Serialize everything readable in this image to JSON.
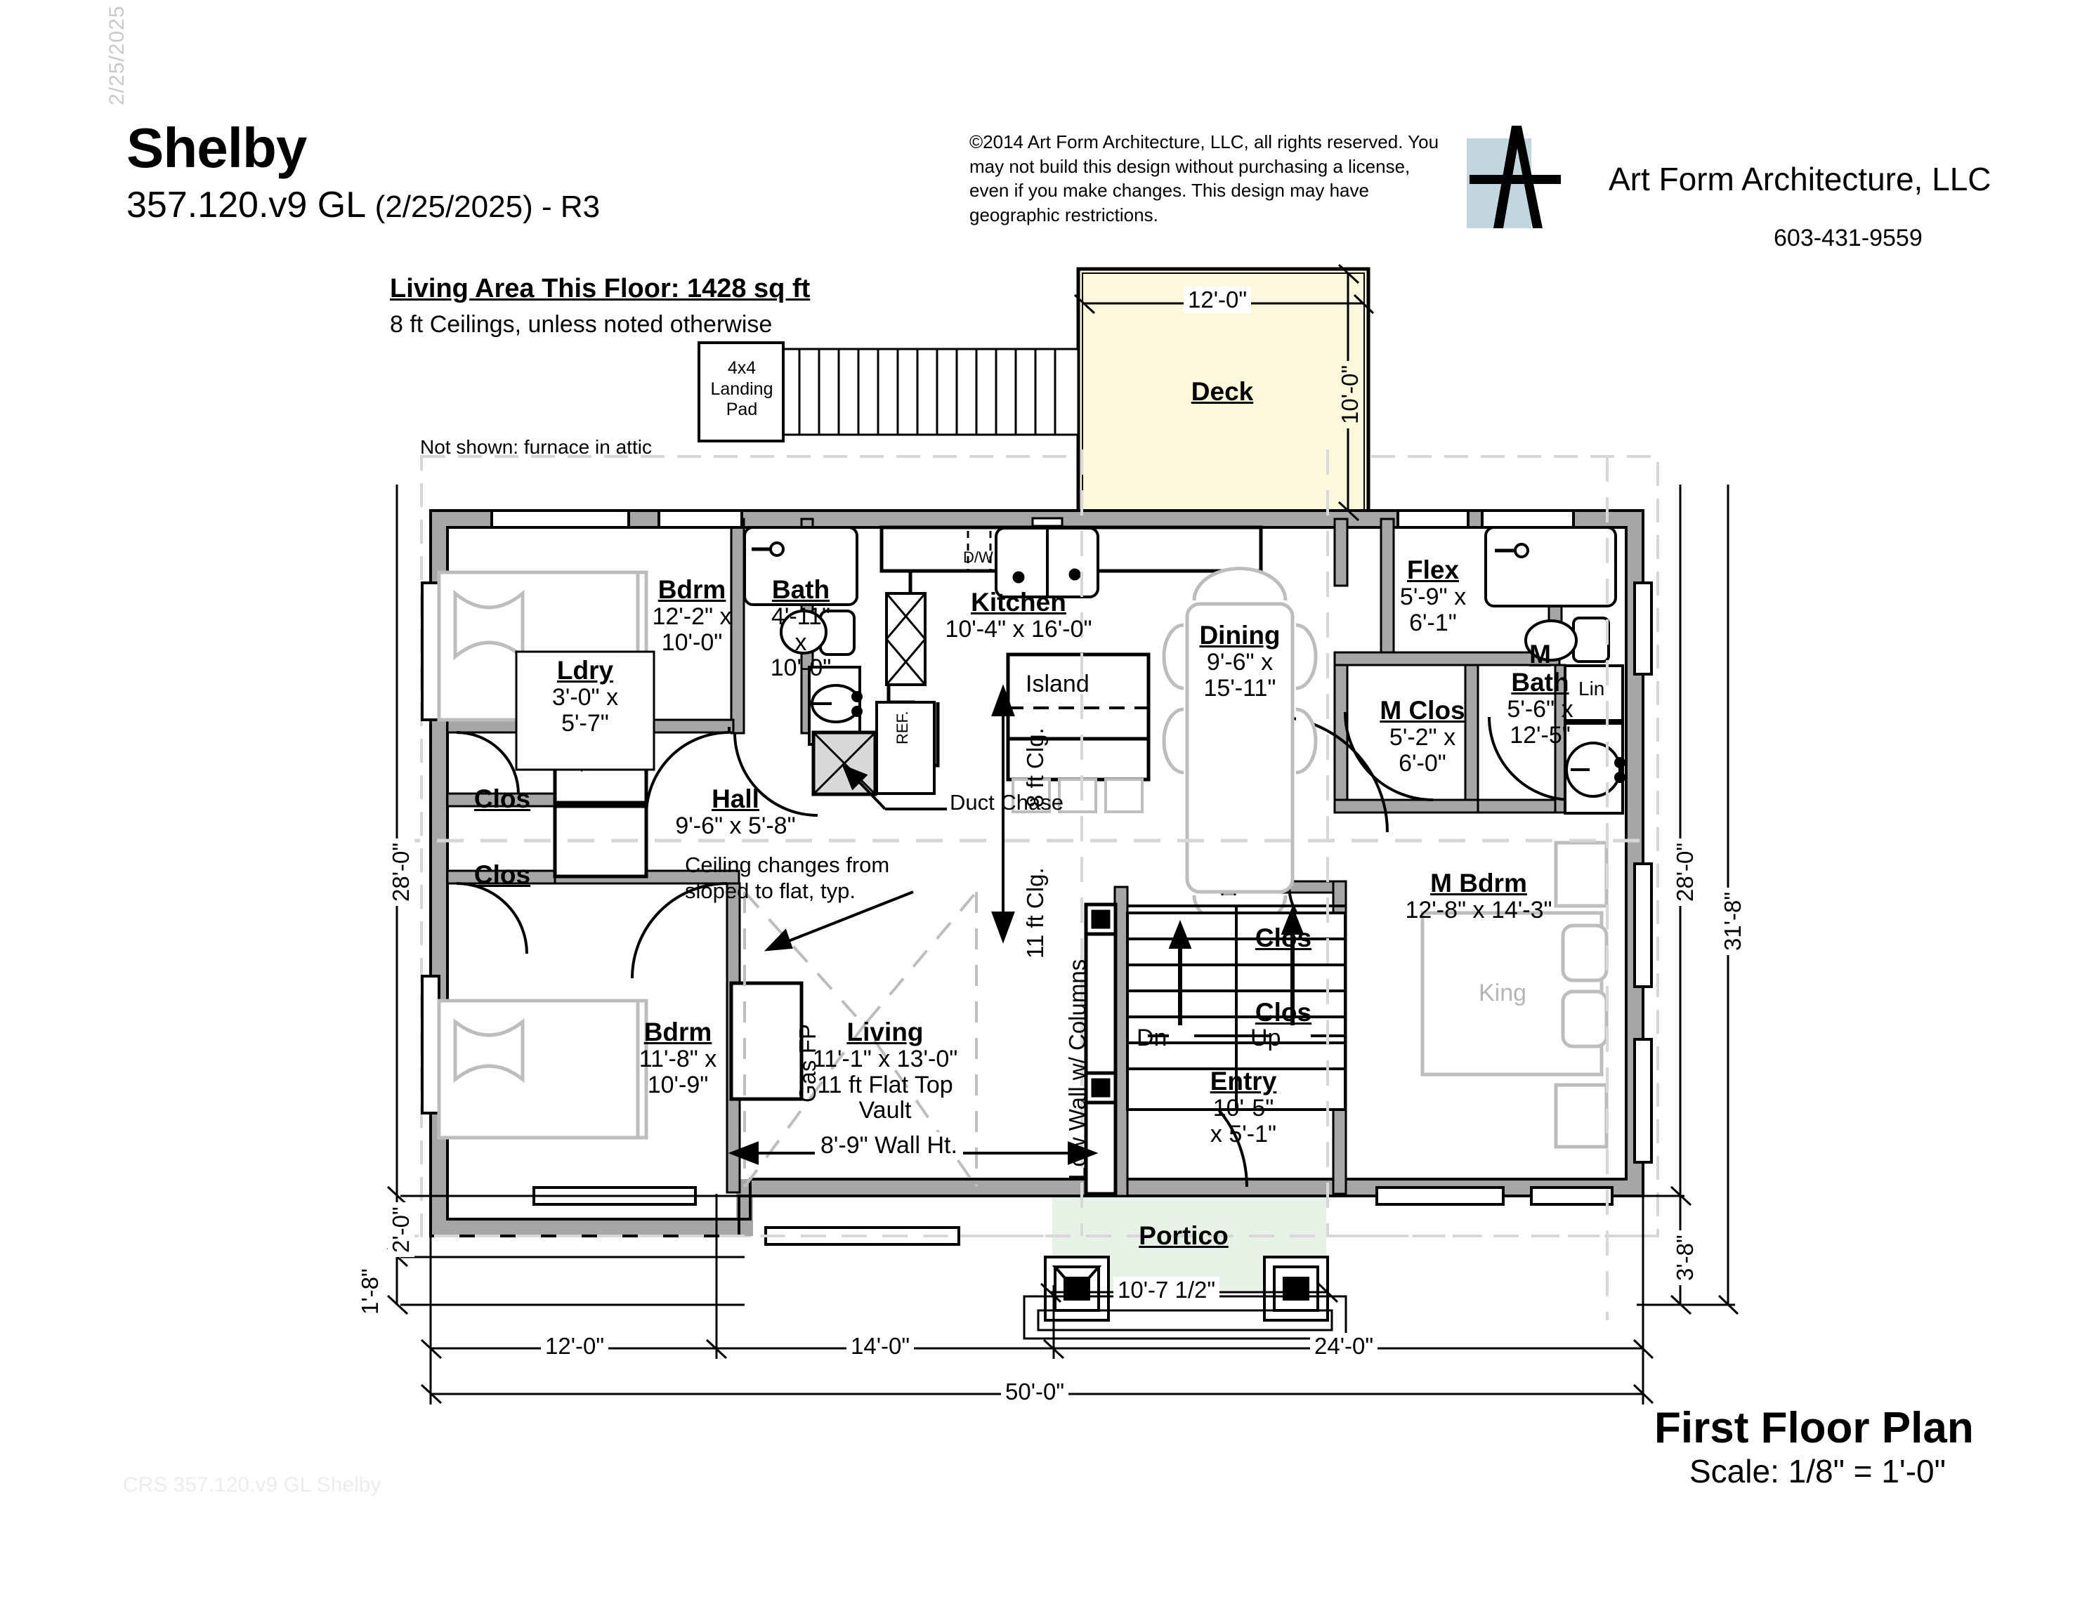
{
  "header": {
    "sheet_date": "2/25/2025",
    "plan_name": "Shelby",
    "plan_code": "357.120.v9 GL",
    "plan_revision": "(2/25/2025) - R3",
    "copyright": "©2014 Art Form Architecture, LLC, all rights reserved. You may not build this design without purchasing a license, even if you make changes. This design may have geographic restrictions.",
    "firm_name": "Art Form Architecture, LLC",
    "firm_phone": "603-431-9559",
    "logo_icon": "art-form-a-logo",
    "logo_square_color": "#c3d6de"
  },
  "notes": {
    "living_area": "Living Area This Floor: 1428 sq ft",
    "ceilings": "8 ft Ceilings, unless noted otherwise",
    "furnace": "Not shown: furnace in attic",
    "ceiling_change": "Ceiling changes from\nsloped to flat, typ.",
    "ceiling_change_l1": "Ceiling changes from",
    "ceiling_change_l2": "sloped to flat, typ.",
    "duct_chase": "Duct Chase",
    "landing_pad": "4x4\nLanding\nPad",
    "landing_pad_l1": "4x4",
    "landing_pad_l2": "Landing",
    "landing_pad_l3": "Pad",
    "gas_fp": "Gas FP",
    "low_wall": "Low Wall w/ Columns",
    "clg_11": "11 ft Clg.",
    "clg_8": "8 ft Clg.",
    "wall_ht": "8'-9\" Wall Ht.",
    "dw": "D/W",
    "ref": "REF.",
    "lin": "Lin",
    "king": "King",
    "island": "Island",
    "stair_dn": "Dn",
    "stair_up": "Up"
  },
  "rooms": [
    {
      "id": "deck",
      "name": "Deck",
      "dims": ""
    },
    {
      "id": "bdrm1",
      "name": "Bdrm",
      "dims_l1": "12'-2\" x",
      "dims_l2": "10'-0\""
    },
    {
      "id": "bath",
      "name": "Bath",
      "dims_l1": "4'-11\"",
      "dims_l2": "x",
      "dims_l3": "10'-0\""
    },
    {
      "id": "ldry",
      "name": "Ldry",
      "dims_l1": "3'-0\" x",
      "dims_l2": "5'-7\""
    },
    {
      "id": "kitchen",
      "name": "Kitchen",
      "dims_l1": "10'-4\" x 16'-0\""
    },
    {
      "id": "dining",
      "name": "Dining",
      "dims_l1": "9'-6\" x",
      "dims_l2": "15'-11\""
    },
    {
      "id": "flex",
      "name": "Flex",
      "dims_l1": "5'-9\" x",
      "dims_l2": "6'-1\""
    },
    {
      "id": "mclos",
      "name": "M Clos",
      "dims_l1": "5'-2\" x",
      "dims_l2": "6'-0\""
    },
    {
      "id": "mbath",
      "name": "M\nBath",
      "name_l1": "M",
      "name_l2": "Bath",
      "dims_l1": "5'-6\" x",
      "dims_l2": "12'-5\""
    },
    {
      "id": "mbdrm",
      "name": "M Bdrm",
      "dims_l1": "12'-8\" x 14'-3\""
    },
    {
      "id": "clos1",
      "name": "Clos",
      "dims_l1": ""
    },
    {
      "id": "clos2",
      "name": "Clos",
      "dims_l1": ""
    },
    {
      "id": "clos3",
      "name": "Clos",
      "dims_l1": ""
    },
    {
      "id": "clos4",
      "name": "Clos",
      "dims_l1": ""
    },
    {
      "id": "hall",
      "name": "Hall",
      "dims_l1": "9'-6\" x 5'-8\""
    },
    {
      "id": "bdrm2",
      "name": "Bdrm",
      "dims_l1": "11'-8\" x",
      "dims_l2": "10'-9\""
    },
    {
      "id": "living",
      "name": "Living",
      "dims_l1": "11'-1\" x 13'-0\"",
      "dims_l2": "11 ft Flat Top",
      "dims_l3": "Vault"
    },
    {
      "id": "entry",
      "name": "Entry",
      "dims_l1": "10'-5\"",
      "dims_l2": "x 5'-1\""
    },
    {
      "id": "portico",
      "name": "Portico",
      "dims_l1": ""
    }
  ],
  "dimensions": {
    "deck_width": "12'-0\"",
    "deck_depth": "10'-0\"",
    "left_height": "28'-0\"",
    "left_offset_2": "2'-0\"",
    "left_offset_1": "1'-8\"",
    "right_height": "28'-0\"",
    "right_total": "31'-8\"",
    "right_offset": "3'-8\"",
    "bottom_seg1": "12'-0\"",
    "bottom_seg2": "14'-0\"",
    "bottom_seg3": "24'-0\"",
    "bottom_total": "50'-0\"",
    "portico_width": "10'-7 1/2\""
  },
  "title_block": {
    "title": "First Floor Plan",
    "scale": "Scale: 1/8\" = 1'-0\""
  },
  "watermark": "CRS 357.120.v9 GL Shelby",
  "colors": {
    "wall_fill": "#a6a6a6",
    "deck_fill": "#fbf8dc",
    "portico_fill": "#e6f2e6",
    "logo_blue": "#c3d6de",
    "furniture_gray": "#bdbdbd"
  }
}
